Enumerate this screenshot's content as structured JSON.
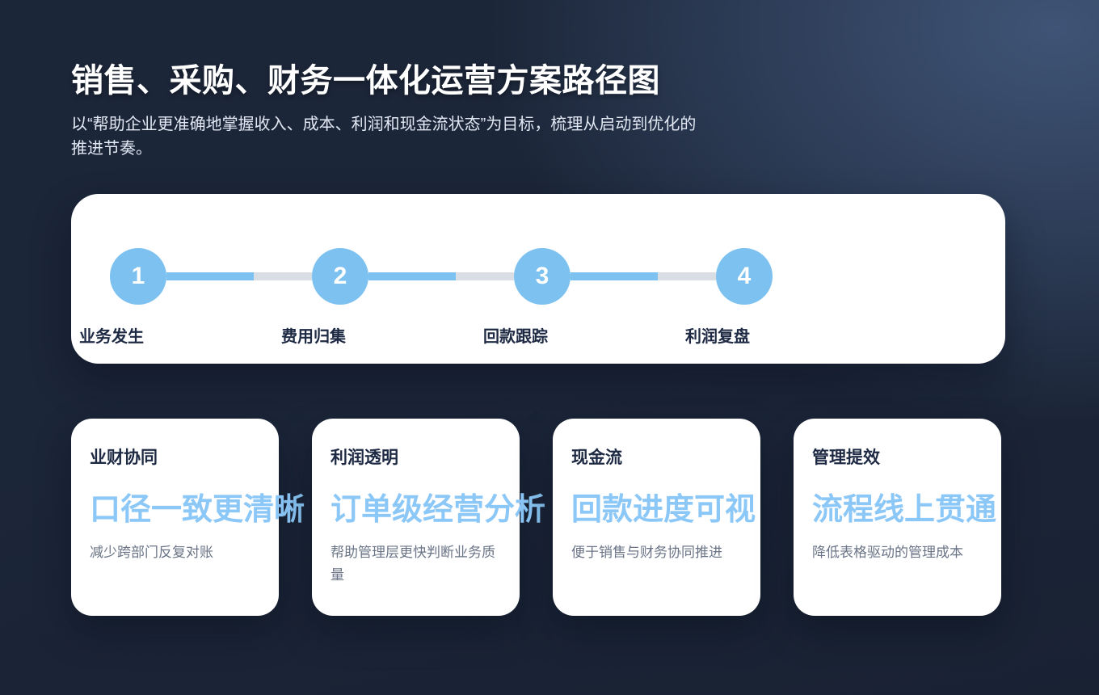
{
  "header": {
    "title": "销售、采购、财务一体化运营方案路径图",
    "subtitle": "以“帮助企业更准确地掌握收入、成本、利润和现金流状态”为目标，梳理从启动到优化的推进节奏。"
  },
  "timeline": {
    "steps": [
      {
        "number": "1",
        "label": "业务发生"
      },
      {
        "number": "2",
        "label": "费用归集"
      },
      {
        "number": "3",
        "label": "回款跟踪"
      },
      {
        "number": "4",
        "label": "利润复盘"
      }
    ]
  },
  "benefits": {
    "cards": [
      {
        "tag": "业财协同",
        "headline": "口径一致更清晰",
        "description": "减少跨部门反复对账"
      },
      {
        "tag": "利润透明",
        "headline": "订单级经营分析",
        "description": "帮助管理层更快判断业务质量"
      },
      {
        "tag": "现金流",
        "headline": "回款进度可视",
        "description": "便于销售与财务协同推进"
      },
      {
        "tag": "管理提效",
        "headline": "流程线上贯通",
        "description": "降低表格驱动的管理成本"
      }
    ]
  },
  "colors": {
    "background_dark": "#1C2639",
    "background_glow": "#35496B",
    "card_background": "#FFFFFF",
    "accent_blue": "#7CC1F0",
    "headline_blue": "#8BC7F7",
    "track_gray": "#D9DDE4",
    "text_dark": "#1E2A44",
    "text_muted": "#6A7486",
    "subtitle_text": "#E2E9F4"
  }
}
